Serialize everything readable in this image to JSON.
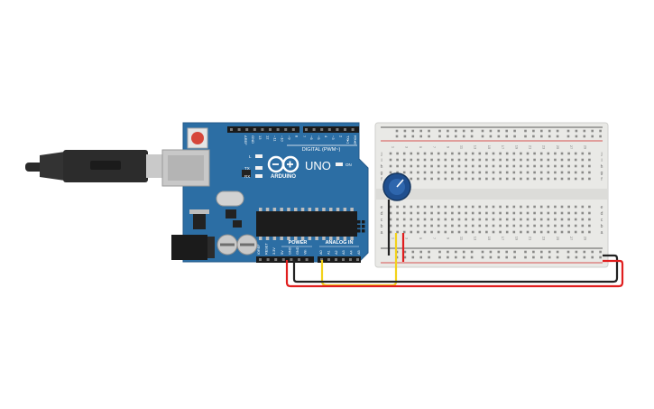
{
  "arduino": {
    "aref_label": "AREF",
    "gnd_label": "GND",
    "digital_pin_labels": [
      "13",
      "12",
      "~11",
      "~10",
      "~9",
      "8",
      "7",
      "~6",
      "~5",
      "4",
      "~3",
      "2",
      "TX▸1",
      "RX◂0"
    ],
    "digital_label": "DIGITAL (PWM~)",
    "brand_label": "ARDUINO",
    "model_label": "UNO",
    "led_l_label": "L",
    "led_tx_label": "TX",
    "led_rx_label": "RX",
    "on_label": "ON",
    "power_label": "POWER",
    "analog_label": "ANALOG IN",
    "power_pin_labels": [
      "IOREF",
      "RESET",
      "3.3V",
      "5V",
      "GND",
      "GND",
      "Vin"
    ],
    "analog_pin_labels": [
      "A0",
      "A1",
      "A2",
      "A3",
      "A4",
      "A5"
    ]
  },
  "breadboard": {
    "row_letters_top": [
      "j",
      "i",
      "h",
      "g",
      "f"
    ],
    "row_letters_bottom": [
      "e",
      "d",
      "c",
      "b",
      "a"
    ],
    "column_numbers": [
      "1",
      "3",
      "5",
      "7",
      "9",
      "11",
      "13",
      "15",
      "17",
      "19",
      "21",
      "23",
      "25",
      "27",
      "29"
    ]
  },
  "colors": {
    "board": "#2c6ea4",
    "breadboard": "#e9e9e6",
    "wire_red": "#e01e1e",
    "wire_black": "#222222",
    "wire_yellow": "#f2d21b",
    "potentiometer": "#1f4f8f"
  }
}
